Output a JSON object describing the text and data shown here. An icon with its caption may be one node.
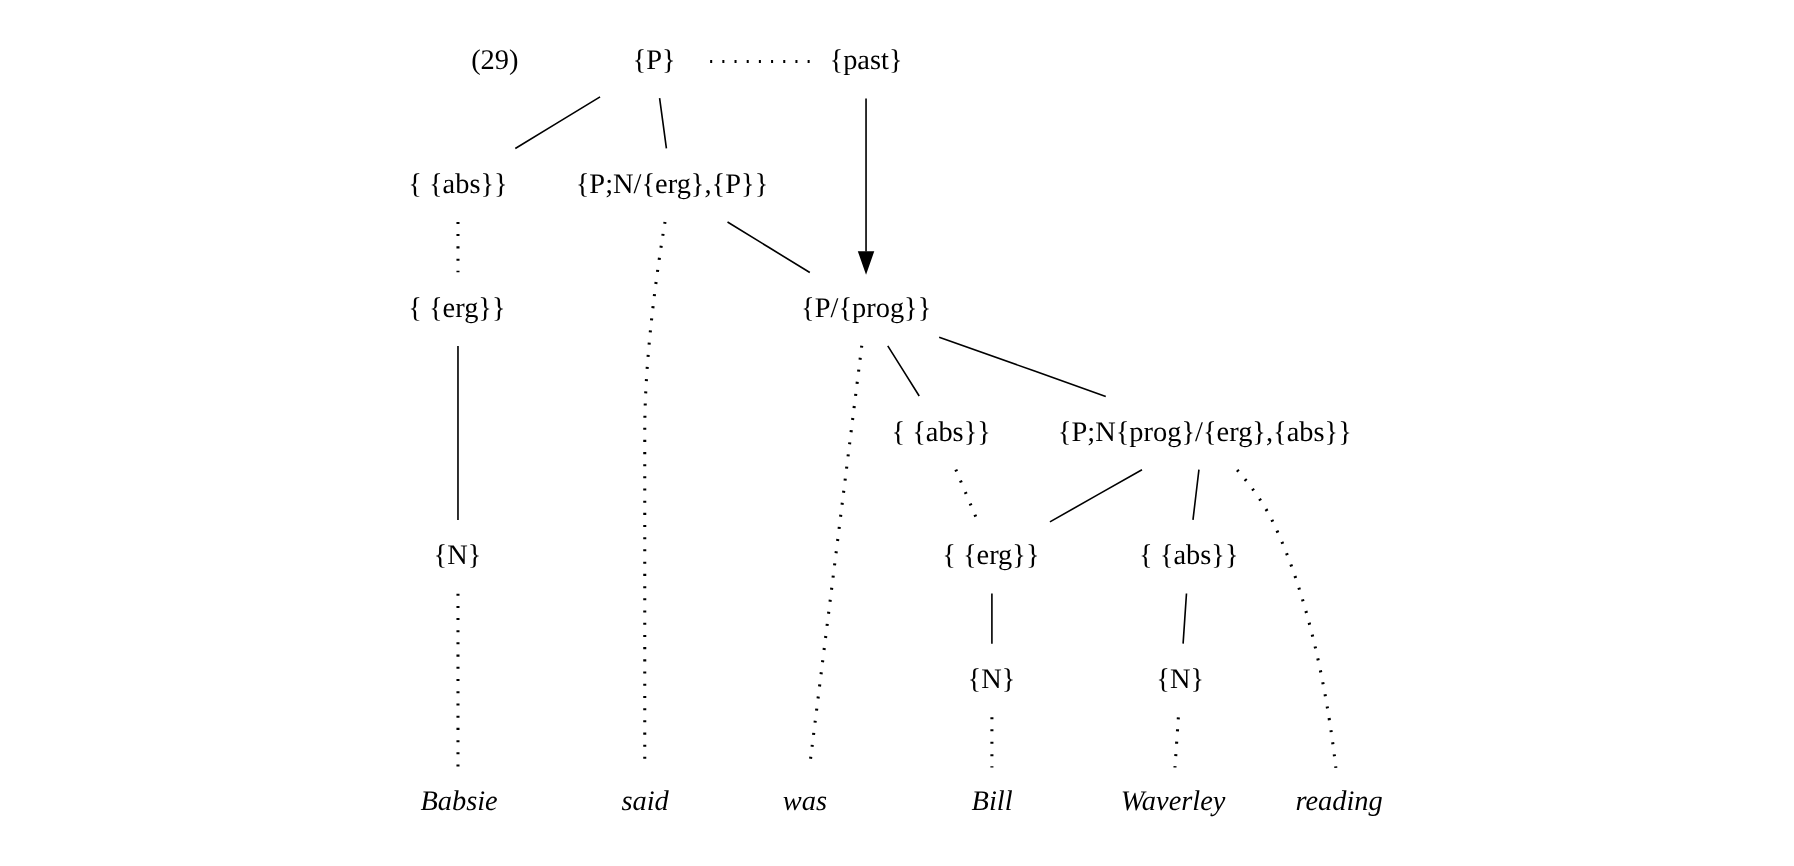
{
  "diagram": {
    "nodes": [
      {
        "text": [
          "{P}"
        ]
      },
      {
        "text": [
          "{past}"
        ]
      },
      {
        "text": [
          "{ {abs}}"
        ]
      },
      {
        "text": [
          "{P;N/{erg},{P}}"
        ]
      },
      {
        "text": [
          "{ {erg}}"
        ]
      },
      {
        "text": [
          "{N}"
        ]
      },
      {
        "text": [
          "{P/{prog}}"
        ]
      },
      {
        "text": [
          "{ {abs}}"
        ]
      },
      {
        "text": [
          "{P;N{prog}/{erg},{abs}}"
        ]
      },
      {
        "text": [
          "{ {erg}}"
        ]
      },
      {
        "text": [
          "{ {abs}}"
        ]
      },
      {
        "text": [
          "{N}"
        ]
      },
      {
        "text": [
          "{N}"
        ]
      },
      {
        "text": [
          "Babsie"
        ]
      },
      {
        "text": [
          "said"
        ]
      },
      {
        "text": [
          "Bill"
        ]
      },
      {
        "text": [
          "was"
        ]
      },
      {
        "text": [
          "reading"
        ]
      },
      {
        "text": [
          "Waverley"
        ]
      }
    ],
    "edges": [
      {
        "from": 0,
        "to": 2,
        "arrow": "none"
      },
      {
        "from": 0,
        "to": 3,
        "arrow": "none"
      },
      {
        "from": 0,
        "to": 1,
        "arrow": "none",
        "style": "dashed"
      },
      {
        "from": 1,
        "to": 6,
        "arrow": "to"
      },
      {
        "from": 2,
        "to": 4,
        "arrow": "none",
        "style": "dashed"
      },
      {
        "from": 3,
        "to": 6,
        "arrow": "none"
      },
      {
        "from": 3,
        "to": 14,
        "arrow": "none",
        "style": "dashed"
      },
      {
        "from": 4,
        "to": 5,
        "arrow": "none"
      },
      {
        "from": 5,
        "to": 13,
        "arrow": "none",
        "style": "dashed"
      },
      {
        "from": 6,
        "to": 7,
        "arrow": "none"
      },
      {
        "from": 6,
        "to": 8,
        "arrow": "none"
      },
      {
        "from": 6,
        "to": 16,
        "arrow": "none",
        "style": "dashed"
      },
      {
        "from": 7,
        "to": 9,
        "arrow": "none",
        "style": "dashed"
      },
      {
        "from": 8,
        "to": 9,
        "arrow": "none"
      },
      {
        "from": 8,
        "to": 10,
        "arrow": "none"
      },
      {
        "from": 8,
        "to": 17,
        "arrow": "none",
        "style": "dashed"
      },
      {
        "from": 9,
        "to": 11,
        "arrow": "none"
      },
      {
        "from": 11,
        "to": 15,
        "arrow": "none",
        "style": "dashed"
      },
      {
        "from": 10,
        "to": 12,
        "arrow": "none"
      },
      {
        "from": 12,
        "to": 18,
        "arrow": "none",
        "style": "dashed"
      }
    ],
    "labels": [
      "(29)"
    ]
  }
}
